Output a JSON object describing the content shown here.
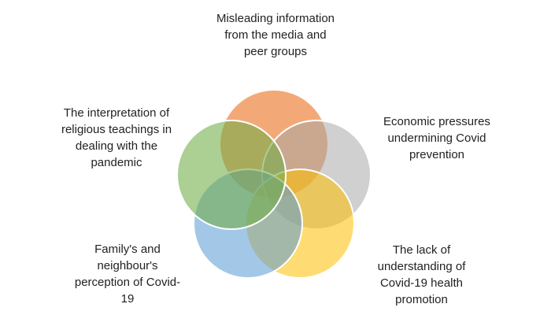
{
  "diagram": {
    "type": "venn-5-circle",
    "background_color": "#ffffff",
    "stroke_color": "#ffffff",
    "text_color": "#222222",
    "nodes": [
      {
        "id": "misleading-media",
        "position": "top",
        "label": "Misleading information\nfrom the media and\npeer groups",
        "color": "#ED7D31",
        "fill_opacity": "0.66",
        "apparent_color": "#F0A877",
        "color_name": "orange"
      },
      {
        "id": "economic-pressures",
        "position": "upper-right",
        "label": "Economic pressures\nundermining Covid\nprevention",
        "color": "#A5A5A5",
        "fill_opacity": "0.52",
        "apparent_color": "#D0D0D0",
        "color_name": "gray"
      },
      {
        "id": "health-promotion",
        "position": "lower-right",
        "label": "The lack of\nunderstanding of\nCovid-19 health\npromotion",
        "color": "#FFC000",
        "fill_opacity": "0.55",
        "apparent_color": "#FAD978",
        "color_name": "yellow"
      },
      {
        "id": "family-perception",
        "position": "lower-left",
        "label": "Family's and\nneighbour's\nperception of Covid-\n19",
        "color": "#5B9BD5",
        "fill_opacity": "0.56",
        "apparent_color": "#A9C7E6",
        "color_name": "blue"
      },
      {
        "id": "religious-teachings",
        "position": "upper-left",
        "label": "The interpretation of\nreligious teachings in\ndealing with the\npandemic",
        "color": "#70AD47",
        "fill_opacity": "0.58",
        "apparent_color": "#ABCF94",
        "color_name": "green"
      }
    ]
  }
}
